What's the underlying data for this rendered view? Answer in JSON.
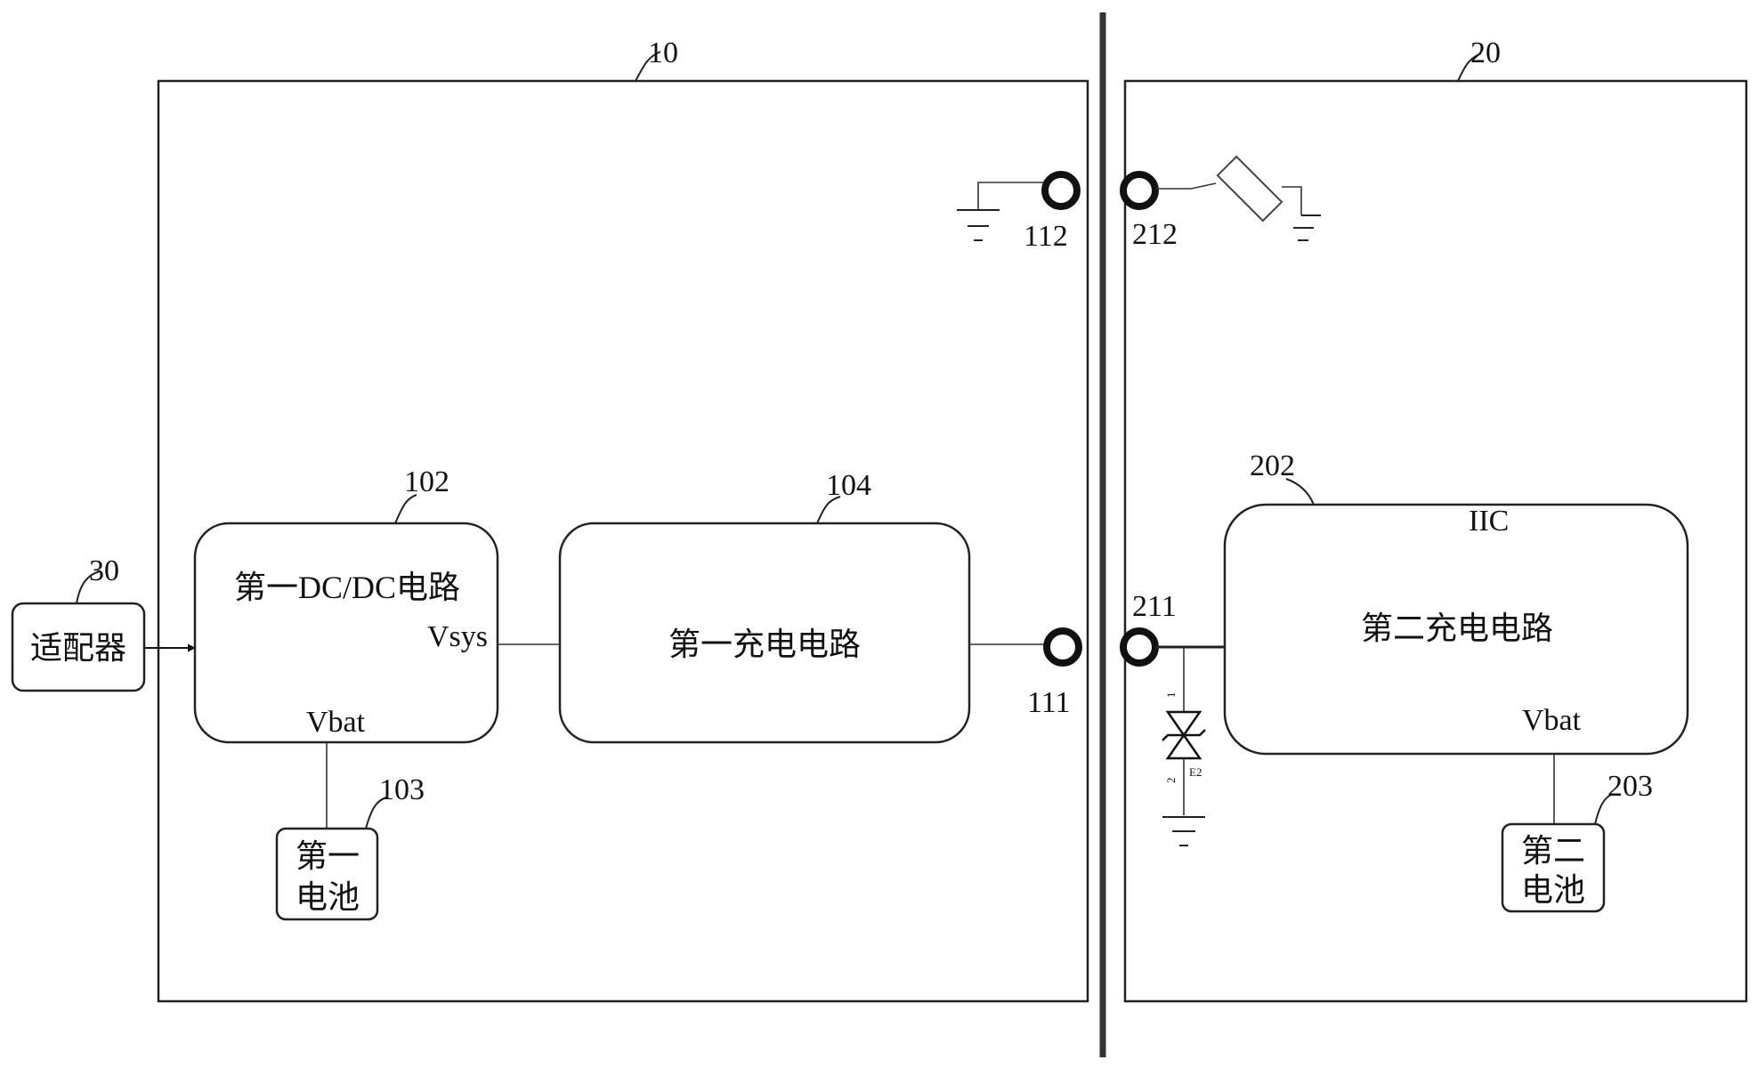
{
  "device_1": {
    "ref": "10"
  },
  "device_2": {
    "ref": "20"
  },
  "adapter": {
    "ref": "30",
    "label": "适配器"
  },
  "dcdc": {
    "ref": "102",
    "label": "第一DC/DC电路",
    "vsys": "Vsys",
    "vbat": "Vbat"
  },
  "battery_1": {
    "ref": "103",
    "line1": "第一",
    "line2": "电池"
  },
  "charger_1": {
    "ref": "104",
    "label": "第一充电电路"
  },
  "terminal_111": {
    "ref": "111"
  },
  "terminal_112": {
    "ref": "112"
  },
  "terminal_211": {
    "ref": "211"
  },
  "terminal_212": {
    "ref": "212"
  },
  "charger_2": {
    "ref": "202",
    "label": "第二充电电路",
    "iic": "IIC",
    "vbat": "Vbat"
  },
  "battery_2": {
    "ref": "203",
    "line1": "第二",
    "line2": "电池"
  },
  "tvs": {
    "label": "E2",
    "pin1": "1",
    "pin2": "2"
  }
}
